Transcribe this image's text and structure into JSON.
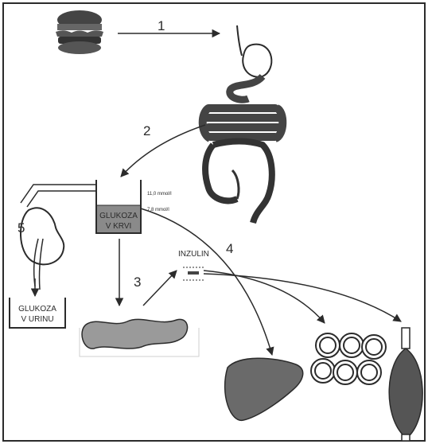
{
  "steps": [
    "1",
    "2",
    "3",
    "4",
    "5"
  ],
  "blood": {
    "line1": "GLUKOZA",
    "line2": "V KRVI",
    "level_high": "11,0 mmol/l",
    "level_normal": "7,8 mmol/l"
  },
  "insulin": {
    "label": "INZULIN"
  },
  "urine": {
    "line1": "GLUKOZA",
    "line2": "V URINU"
  },
  "colors": {
    "ink": "#2b2b2b",
    "organ_fill": "#6a6a6a",
    "blood_fill": "#8a8a8a",
    "pancreas_fill": "#9a9a9a"
  }
}
